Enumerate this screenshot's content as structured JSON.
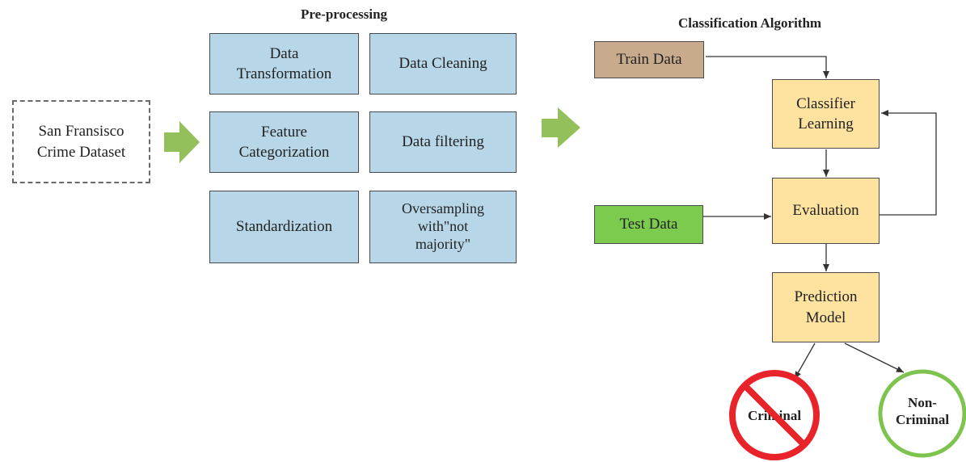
{
  "colors": {
    "pre_fill": "#b7d7e8",
    "cls_fill": "#fde2a0",
    "train_fill": "#c8ab8c",
    "test_fill": "#7ccb4e",
    "arrow_green": "#93c05a",
    "no_sign_red": "#e8232a",
    "ok_green": "#7dc44f"
  },
  "source": {
    "label": "San Fransisco\nCrime Dataset"
  },
  "preprocessing": {
    "title": "Pre-processing",
    "steps": [
      "Data\nTransformation",
      "Data Cleaning",
      "Feature\nCategorization",
      "Data filtering",
      "Standardization",
      "Oversampling\nwith\"not\nmajority\""
    ]
  },
  "classification": {
    "title": "Classification Algorithm",
    "train_data": "Train Data",
    "test_data": "Test Data",
    "classifier_learning": "Classifier\nLearning",
    "evaluation": "Evaluation",
    "prediction_model": "Prediction\nModel"
  },
  "outcomes": {
    "criminal": "Criminal",
    "non_criminal": "Non-\nCriminal"
  }
}
